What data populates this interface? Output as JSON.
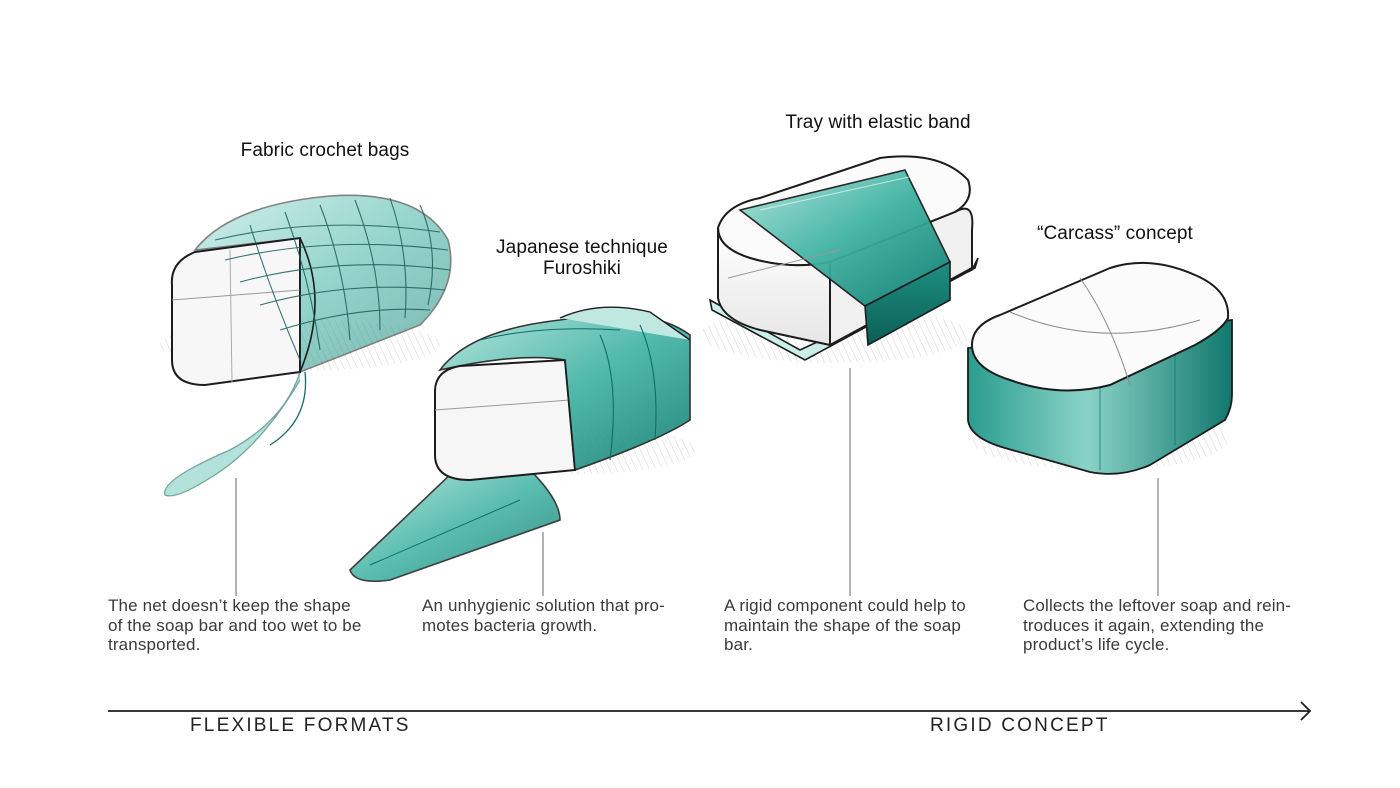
{
  "concepts": [
    {
      "title_lines": [
        "Fabric crochet bags"
      ],
      "description_lines": [
        "The net doesn’t keep the shape",
        "of the soap bar and too wet to be",
        "transported."
      ],
      "icon": "crochet-bag-sketch"
    },
    {
      "title_lines": [
        "Japanese technique",
        "Furoshiki"
      ],
      "description_lines": [
        "An unhygienic solution that pro-",
        "motes bacteria growth."
      ],
      "icon": "furoshiki-sketch"
    },
    {
      "title_lines": [
        "Tray with elastic band"
      ],
      "description_lines": [
        "A rigid component could help to",
        "maintain the shape of the soap",
        "bar."
      ],
      "icon": "tray-elastic-band-sketch"
    },
    {
      "title_lines": [
        "“Carcass” concept"
      ],
      "description_lines": [
        "Collects the leftover soap and rein-",
        "troduces it again, extending the",
        "product’s life cycle."
      ],
      "icon": "carcass-sketch"
    }
  ],
  "axis": {
    "start_label": "FLEXIBLE FORMATS",
    "end_label": "RIGID CONCEPT",
    "direction": "flexible-to-rigid"
  },
  "colors": {
    "teal": "#1f9a8c",
    "teal_light": "#8fd3c8",
    "teal_dark": "#0f6f66",
    "ink": "#1c1c1c",
    "text": "#3a3a3a"
  }
}
